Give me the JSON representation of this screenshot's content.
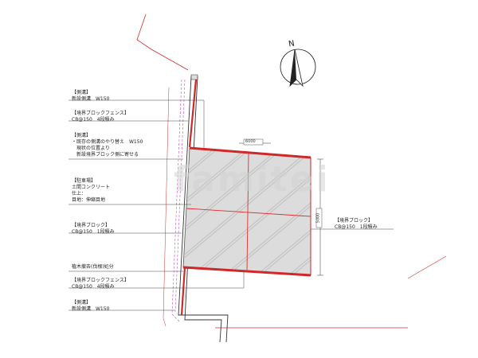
{
  "colors": {
    "property_line": "#d03030",
    "fence": "#d02828",
    "joint": "#e03030",
    "concrete": "#dcdcdc",
    "hatch": "#b8b8b8",
    "annotation": "#444444",
    "gutter": "#c050c0"
  },
  "watermark": "famitei",
  "compass": {
    "label": "N",
    "icon": "north-arrow-icon"
  },
  "dimensions": {
    "width": "6000",
    "depth": "5000"
  },
  "labels": [
    {
      "id": "gutter-top",
      "lines": [
        "【側溝】",
        "新設側溝　W150"
      ]
    },
    {
      "id": "fence-top",
      "lines": [
        "【境界ブロックフェンス】",
        "CB@150　4段積み"
      ]
    },
    {
      "id": "gutter-replace",
      "lines": [
        "【側溝】",
        "・既存の側溝のやり替え　W150",
        "　現状の位置より",
        "　新設境界ブロック側に寄せる"
      ]
    },
    {
      "id": "parking",
      "lines": [
        "【駐車場】",
        "土間コンクリート",
        "仕上：",
        "目地：伸縮目地"
      ]
    },
    {
      "id": "block-left",
      "lines": [
        "【境界ブロック】",
        "CB@150　1段積み"
      ]
    },
    {
      "id": "tree-removal",
      "lines": [
        "植木撤去(伐根)処分"
      ]
    },
    {
      "id": "fence-bottom",
      "lines": [
        "【境界ブロックフェンス】",
        "CB@150　4段積み"
      ]
    },
    {
      "id": "gutter-bottom",
      "lines": [
        "【側溝】",
        "新設側溝　W150"
      ]
    },
    {
      "id": "block-right",
      "lines": [
        "【境界ブロック】",
        "CB@150　1段積み"
      ]
    }
  ]
}
